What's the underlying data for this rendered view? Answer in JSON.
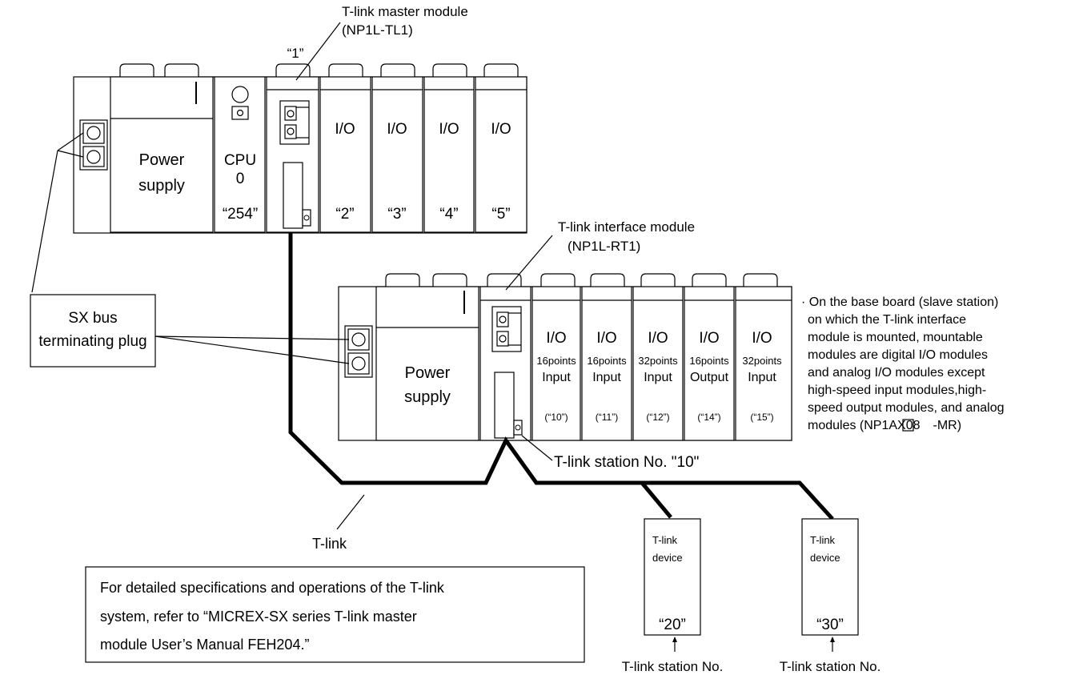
{
  "master_module": {
    "title": "T-link master module",
    "model": "(NP1L-TL1)",
    "slot_number": "“1”"
  },
  "master_rack": {
    "power_supply": [
      "Power",
      "supply"
    ],
    "cpu": [
      "CPU",
      "0"
    ],
    "cpu_station": "“254”",
    "io_label": "I/O",
    "io_numbers": [
      "“2”",
      "“3”",
      "“4”",
      "“5”"
    ]
  },
  "interface_module": {
    "title": "T-link interface module",
    "model": "(NP1L-RT1)"
  },
  "slave_rack": {
    "power_supply": [
      "Power",
      "supply"
    ],
    "modules": [
      {
        "label": "I/O",
        "points": "16points",
        "kind": "Input",
        "number": "(“10”)"
      },
      {
        "label": "I/O",
        "points": "16points",
        "kind": "Input",
        "number": "(“11”)"
      },
      {
        "label": "I/O",
        "points": "32points",
        "kind": "Input",
        "number": "(“12”)"
      },
      {
        "label": "I/O",
        "points": "16points",
        "kind": "Output",
        "number": "(“14”)"
      },
      {
        "label": "I/O",
        "points": "32points",
        "kind": "Input",
        "number": "(“15”)"
      }
    ]
  },
  "terminating_plug": [
    "SX bus",
    "terminating plug"
  ],
  "note": [
    "· On the base board (slave station)",
    "on which the T-link interface",
    "module is mounted, mountable",
    "modules are digital I/O modules",
    "and analog I/O modules except",
    "high-speed input modules,high-",
    "speed output modules, and analog",
    "modules (NP1AX08  -MR)"
  ],
  "station_10_label": "T-link station No. \"10\"",
  "tlink_label": "T-link",
  "devices": [
    {
      "name": [
        "T-link",
        "device"
      ],
      "number": "“20”",
      "caption": "T-link station No."
    },
    {
      "name": [
        "T-link",
        "device"
      ],
      "number": "“30”",
      "caption": "T-link station No."
    }
  ],
  "reference_box": [
    "For detailed specifications and operations of the T-link",
    "system, refer to “MICREX-SX series T-link master",
    "module User’s Manual FEH204.”"
  ]
}
